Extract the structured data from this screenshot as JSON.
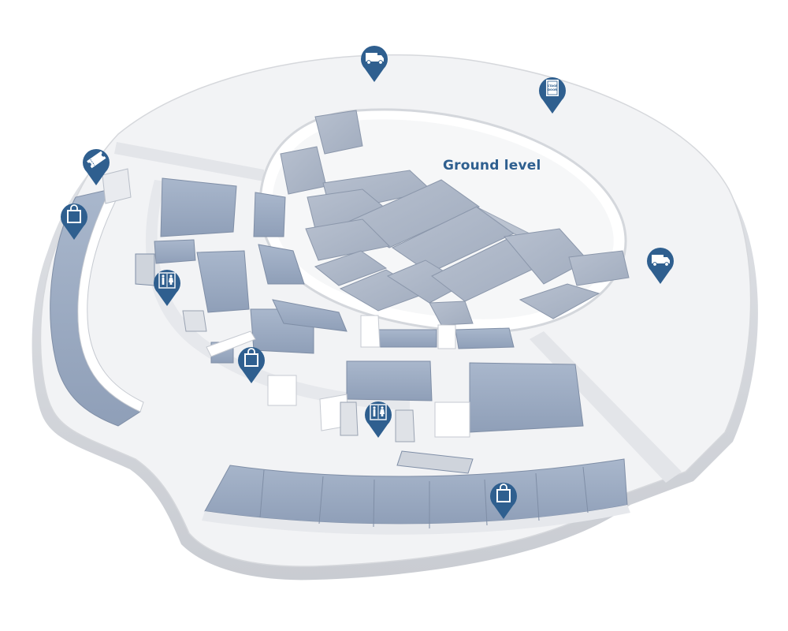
{
  "map": {
    "level_label": "Ground level",
    "pin_color": "#2f5f8f",
    "pins": [
      {
        "name": "loading-bay-pin-top",
        "icon": "truck-icon",
        "label": "Loading bay"
      },
      {
        "name": "stage-door-pin",
        "icon": "stage-door-icon",
        "label": "STAGE DOOR",
        "label_short": [
          "STAGE",
          "DOOR"
        ]
      },
      {
        "name": "box-office-pin",
        "icon": "ticket-icon",
        "label": "Box office"
      },
      {
        "name": "shop-pin-west",
        "icon": "shopping-bag-icon",
        "label": "Shop"
      },
      {
        "name": "toilets-pin-west",
        "icon": "toilets-icon",
        "label": "Toilets"
      },
      {
        "name": "shop-pin-center",
        "icon": "shopping-bag-icon",
        "label": "Shop"
      },
      {
        "name": "toilets-pin-center",
        "icon": "toilets-icon",
        "label": "Toilets"
      },
      {
        "name": "loading-bay-pin-east",
        "icon": "truck-icon",
        "label": "Loading bay"
      },
      {
        "name": "shop-pin-south",
        "icon": "shopping-bag-icon",
        "label": "Shop"
      }
    ]
  }
}
